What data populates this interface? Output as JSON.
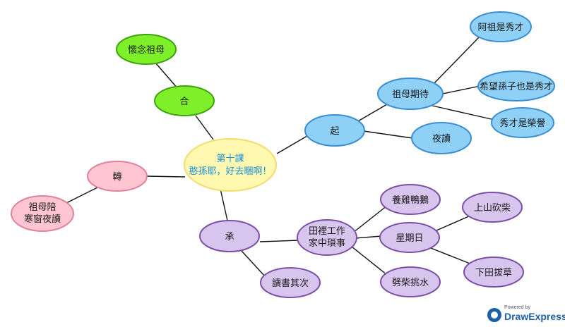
{
  "diagram": {
    "center": {
      "line1": "第十課",
      "line2": "憨孫耶，好去睏啊！"
    },
    "branches": {
      "qi": {
        "label": "起",
        "children": {
          "grandma_expect": {
            "label": "祖母期待",
            "children": [
              "阿祖是秀才",
              "希望孫子也是秀才",
              "秀才是榮譽"
            ]
          },
          "night_study": {
            "label": "夜讀"
          }
        }
      },
      "cheng": {
        "label": "承",
        "children": {
          "farm_work": {
            "line1": "田裡工作",
            "line2": "家中瑣事",
            "children": {
              "poultry": "養雞鴨鵝",
              "sunday": {
                "label": "星期日",
                "children": [
                  "上山砍柴",
                  "下田拔草"
                ]
              },
              "firewood_water": "劈柴挑水"
            }
          },
          "study_second": "讀書其次"
        }
      },
      "zhuan": {
        "label": "轉",
        "children": {
          "grandma_company": {
            "line1": "祖母陪",
            "line2": "寒窗夜讀"
          }
        }
      },
      "he": {
        "label": "合",
        "children": {
          "miss_grandma": "懷念祖母"
        }
      }
    },
    "colors": {
      "center_fill": "#fff8b0",
      "center_stroke": "#f2dd6e",
      "qi_fill": "#8fd0f7",
      "qi_stroke": "#3b8fd1",
      "cheng_fill": "#d8c5ee",
      "cheng_stroke": "#7b4fa6",
      "zhuan_fill": "#ffc6d2",
      "zhuan_stroke": "#e0809a",
      "he_fill": "#7ef02a",
      "he_stroke": "#3fa010",
      "connector": "#111111"
    }
  },
  "branding": {
    "powered": "Powered by",
    "brand": "DrawExpress"
  }
}
